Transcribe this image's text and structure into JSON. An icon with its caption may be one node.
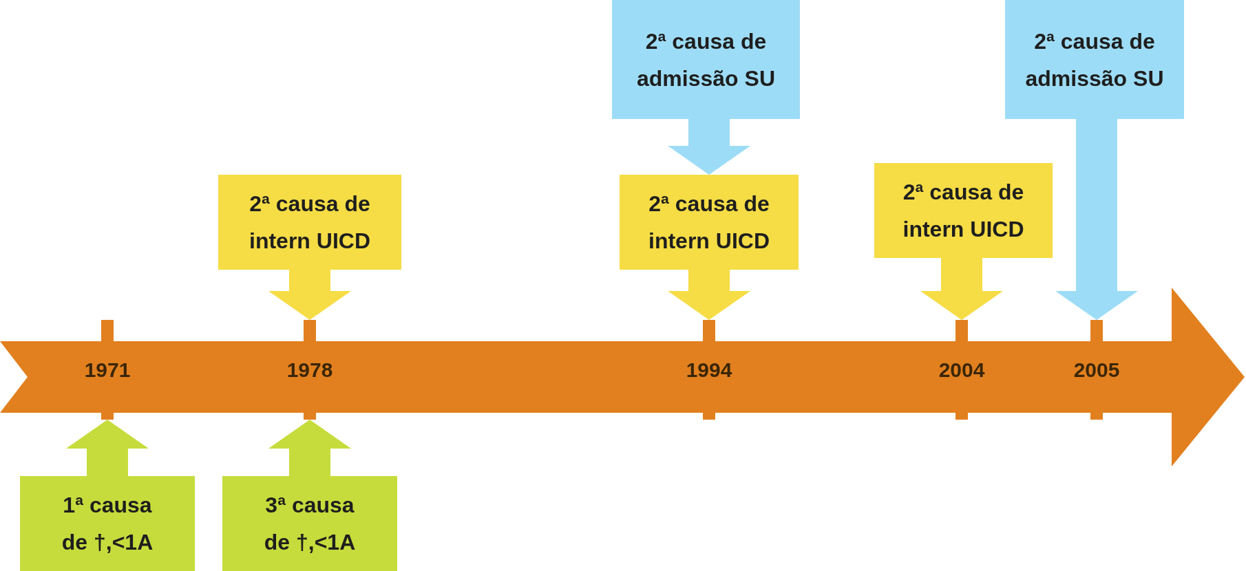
{
  "diagram": {
    "nodes": [
      {
        "text": [
          "2ª causa de admissão SU"
        ]
      },
      {
        "text": [
          "2ª causa de admissão SU"
        ]
      },
      {
        "text": [
          "2ª causa de intern UICD"
        ]
      },
      {
        "text": [
          "2ª causa de intern UICD"
        ]
      },
      {
        "text": [
          "2ª causa de intern UICD"
        ]
      },
      {
        "text": [
          "1971"
        ]
      },
      {
        "text": [
          "1978"
        ]
      },
      {
        "text": [
          "1994"
        ]
      },
      {
        "text": [
          "2004"
        ]
      },
      {
        "text": [
          "2005"
        ]
      },
      {
        "text": [
          "1ª causa de †,<1A"
        ]
      },
      {
        "text": [
          "3ª causa de †,<1A"
        ]
      }
    ],
    "edges": [
      {
        "from": 0,
        "to": 3,
        "arrow": "to",
        "color": "#9ddcf6"
      },
      {
        "from": 1,
        "to": 9,
        "arrow": "to",
        "color": "#9ddcf6"
      },
      {
        "from": 2,
        "to": 6,
        "arrow": "to"
      },
      {
        "from": 3,
        "to": 7,
        "arrow": "to"
      },
      {
        "from": 4,
        "to": 8,
        "arrow": "to"
      },
      {
        "from": 10,
        "to": 5,
        "arrow": "to",
        "color": "#c6dc3c"
      },
      {
        "from": 11,
        "to": 6,
        "arrow": "to",
        "color": "#c6dc3c"
      }
    ]
  }
}
